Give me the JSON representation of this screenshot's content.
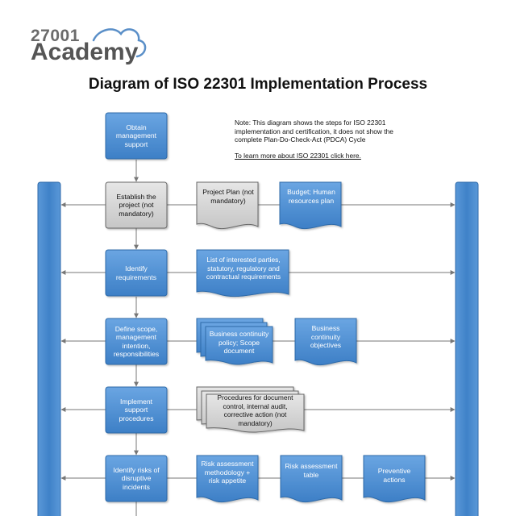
{
  "logo": {
    "number": "27001",
    "word": "Academy"
  },
  "title": "Diagram of ISO 22301 Implementation Process",
  "note": {
    "text": "Note: This diagram shows the steps for ISO 22301 implementation and certification, it does not show the complete Plan-Do-Check-Act (PDCA) Cycle",
    "link": "To learn more about ISO 22301 click here."
  },
  "colors": {
    "process_fill": "#4a8bd0",
    "document_fill": "#5a96d6",
    "gray_fill": "#d6d6d6",
    "bar_fill": "#4386cc",
    "arrow": "#777777"
  },
  "steps": [
    {
      "label": "Obtain management support"
    },
    {
      "label": "Establish the project (not mandatory)"
    },
    {
      "label": "Identify requirements"
    },
    {
      "label": "Define scope, management intention, responsibilities"
    },
    {
      "label": "Implement support procedures"
    },
    {
      "label": "Identify risks of disruptive incidents"
    }
  ],
  "documents": {
    "project_plan": "Project Plan (not mandatory)",
    "budget": "Budget; Human resources plan",
    "interested_parties": "List of interested parties, statutory, regulatory and contractual requirements",
    "bc_policy": "Business continuity policy; Scope document",
    "bc_objectives": "Business continuity objectives",
    "procedures": "Procedures for document control, internal audit, corrective action (not mandatory)",
    "risk_methodology": "Risk assessment methodology + risk appetite",
    "risk_table": "Risk assessment table",
    "preventive": "Preventive actions"
  }
}
